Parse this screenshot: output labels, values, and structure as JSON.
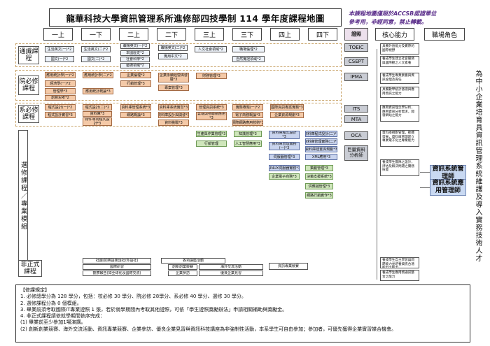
{
  "title": "龍華科技大學資訊管理系所進修部四技學制 114 學年度課程地圖",
  "note_lines": [
    "本課程地圖僅限於ACCSB認證單位",
    "參考用，非經同意，禁止轉載。"
  ],
  "semesters": [
    "一上",
    "一下",
    "二上",
    "二下",
    "三上",
    "三下",
    "四上",
    "四下"
  ],
  "col_headers": {
    "cert": "證照",
    "core": "核心能力",
    "role": "職場角色"
  },
  "rows": {
    "general": "通識課程",
    "school": "院必修課程",
    "dept": "系必修課程",
    "elective": "選修課程／專業模組",
    "informal": "非正式課程"
  },
  "courses": {
    "g1": "生活英文(一)*2",
    "g2": "國文(一)*2",
    "g3": "生活英文(二)*2",
    "g4": "國文(二)*2",
    "g5": "職場英文(一)*2",
    "g6": "本國歷史*2",
    "g7": "社會科學*2",
    "g8": "藝術領域*2",
    "g9": "職場英文(二)*2",
    "g10": "實用中文*2",
    "g11": "人文社會領域*2",
    "g12": "職場倫理*2",
    "g13": "自然實證領域*2",
    "s1": "應用統計學(一)*2",
    "s2": "經濟學(一)*2",
    "s3": "管理學*3",
    "s4": "創意思考*2",
    "s5": "應用統計學(二)*2",
    "s6": "應用統計概論*3",
    "s7": "企業倫理*2",
    "s8": "行銷管理*3",
    "s9": "企業永續經營與發展*3",
    "s10": "專案管理*3",
    "s11": "財務管理*3",
    "d1": "程式設計(一)*2",
    "d2": "程式設計實習*3",
    "d3": "程式設計(二)*2",
    "d4": "資料庫*3",
    "d5": "物件導向程式設計*3",
    "d6": "資料庫管理系統*3",
    "d7": "網路概論*3",
    "d8": "資料庫系統實習*3",
    "d9": "資料庫設計與開發*3",
    "d10": "資料挑戰*3",
    "d11": "系統分析與設計*3",
    "d12": "資訊系統設計*3",
    "d13": "管理資訊系統*3",
    "d14": "雲端與物聯網應用*3",
    "d15": "實務專題(一)*2",
    "d16": "電子商務概論*3",
    "d17": "網際網路應用技術*3",
    "d18": "國際資訊專案實務*3",
    "d19": "企業資源規劃*3",
    "e1": "生產與作業管理*3",
    "e2": "行銷管理",
    "e3": "知識管理*3",
    "e4": "人工智慧應用*3",
    "e5": "資料庫程式設計*3",
    "e6": "資料庫管理實務(一)*3",
    "e7": "伺服器管理*3",
    "e8": "資料庫程式設計(二)*3",
    "e9": "資料庫管理實務(二)*3",
    "e10": "資料庫建置與規劃*3",
    "e11": "XML應用*3",
    "e12": "LINUX伺服器實務*3",
    "e13": "企業電子商務*3",
    "e14": "策劃管理*3",
    "e15": "決策支援系統*3",
    "e16": "供應鏈管理*3",
    "e17": "網路行銷實作*3"
  },
  "certs": [
    "TOEIC",
    "CSEPT",
    "IPMA",
    "ITS",
    "MTA",
    "OCA",
    "巨量資料分析師"
  ],
  "abilities": [
    "具備外語能力及實際的國際視野",
    "養成學生建立社會服務與國際觀之人文素養",
    "養成學生專業素養與資訊倫理及責任",
    "具備數學統計基礎與應用資訊之能力",
    "應用資訊理念學分析，應用資訊分析需求，開發網站之能力",
    "資料庫規劃管理，軟體發展，資料庫管理建立專業電子化之專業能力",
    "養成學生團隊之設計，評估及解決問題之實務技能",
    "養成學生自主學習與問題能力並培養資訊合適能力之能力",
    "養成學生應用資通訊整合之能力"
  ],
  "roles": [
    "資訊系統管理師",
    "資訊系統應用管理師"
  ],
  "role_caption": "為中小企業培育具資訊管理系統維護及導入實務技術人才",
  "informal": {
    "i1": "社團(如英語會話社/外語社)",
    "i2": "國際研習",
    "i3": "觀察報告(如全球化及國際交流)",
    "i4": "各項講座活動",
    "i5": "海外交流活動",
    "i6": "創新創業競賽",
    "i7": "企業參訪",
    "i8": "優良企業見習",
    "i9": "資訊專業競賽"
  },
  "rules": {
    "heading": "【修課規定】",
    "lines": [
      "1. 必修總學分為 128 學分，包括：校必修 30 學分、院必修 28學分、系必修 40 學分、選修 30 學分。",
      "2. 選修課程分為 0 個模組。",
      "3. 畢業前須考取國際IT專業證照 1 張，若於就學期間內考取其他證照，可依「學生證照獎勵辦法」申請相關補助與獎勵金。",
      "4. 非正式課程請依就學期間依序完成：",
      "  (1) 畢業前至少參加1場演講。",
      "  (2) 創新創業競賽、海外交流活動、資訊專業競賽、企業參訪、優良企業見習與資訊科技講座為非強制性活動，本系學生可自由參加；參加者，可優先獲得企業實習媒合機會。"
    ]
  }
}
